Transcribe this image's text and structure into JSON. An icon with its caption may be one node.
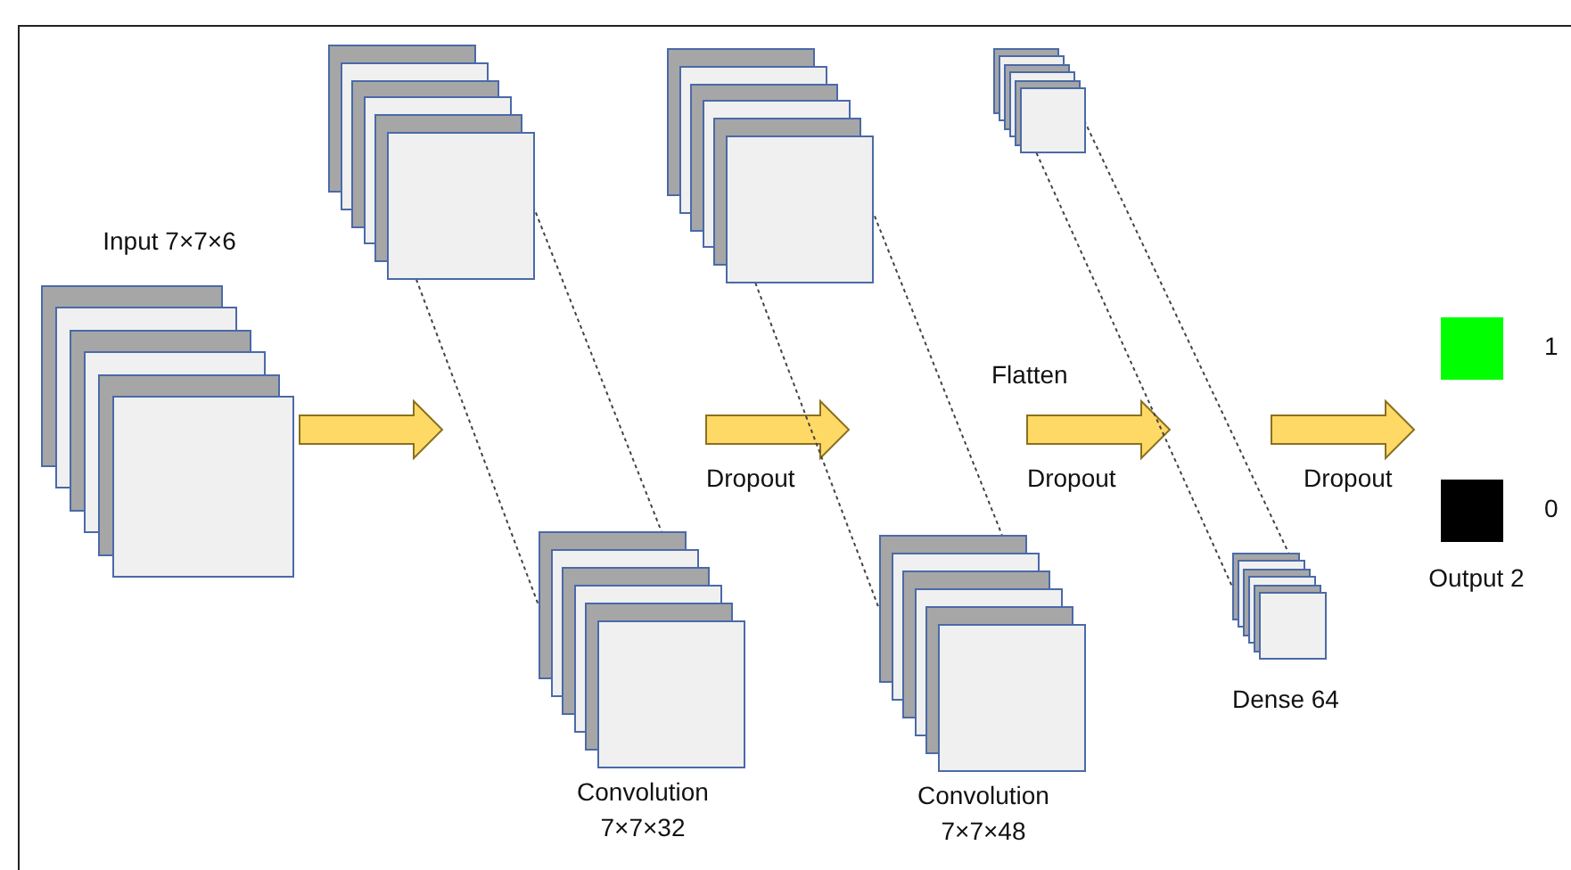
{
  "diagram": {
    "nodes": [
      {
        "text": [
          "Input 7×7×6"
        ]
      },
      {
        "text": [],
        "shape": "box"
      },
      {
        "text": [
          "Convolution 7×7×32"
        ]
      },
      {
        "text": [],
        "shape": "box"
      },
      {
        "text": [
          "Convolution 7×7×48"
        ]
      },
      {
        "text": [],
        "shape": "box"
      },
      {
        "text": [
          "Dense 64"
        ]
      },
      {
        "text": [],
        "shape": "box",
        "beside": [
          "1"
        ]
      },
      {
        "text": [],
        "shape": "box",
        "beside": [
          "0"
        ]
      }
    ],
    "edges": [
      {
        "from": 0,
        "to": 2,
        "arrow": "to",
        "color": "#ffd966"
      },
      {
        "from": 2,
        "to": 4,
        "arrow": "to",
        "label": "Dropout",
        "color": "#ffd966"
      },
      {
        "from": 4,
        "to": 6,
        "arrow": "to",
        "label": "Dropout",
        "color": "#ffd966"
      },
      {
        "from": 6,
        "to": 7,
        "arrow": "to",
        "label": "Dropout",
        "color": "#ffd966"
      },
      {
        "from": 6,
        "to": 8,
        "arrow": "to",
        "color": "#ffd966"
      },
      {
        "from": 1,
        "to": 2,
        "arrow": "none",
        "style": "dashed"
      },
      {
        "from": 1,
        "to": 2,
        "arrow": "none",
        "style": "dashed"
      },
      {
        "from": 3,
        "to": 4,
        "arrow": "none",
        "style": "dashed"
      },
      {
        "from": 3,
        "to": 4,
        "arrow": "none",
        "style": "dashed"
      },
      {
        "from": 5,
        "to": 6,
        "arrow": "none",
        "style": "dashed"
      },
      {
        "from": 5,
        "to": 6,
        "arrow": "none",
        "style": "dashed"
      }
    ],
    "labels": [
      "Flatten",
      "Output 2"
    ]
  }
}
